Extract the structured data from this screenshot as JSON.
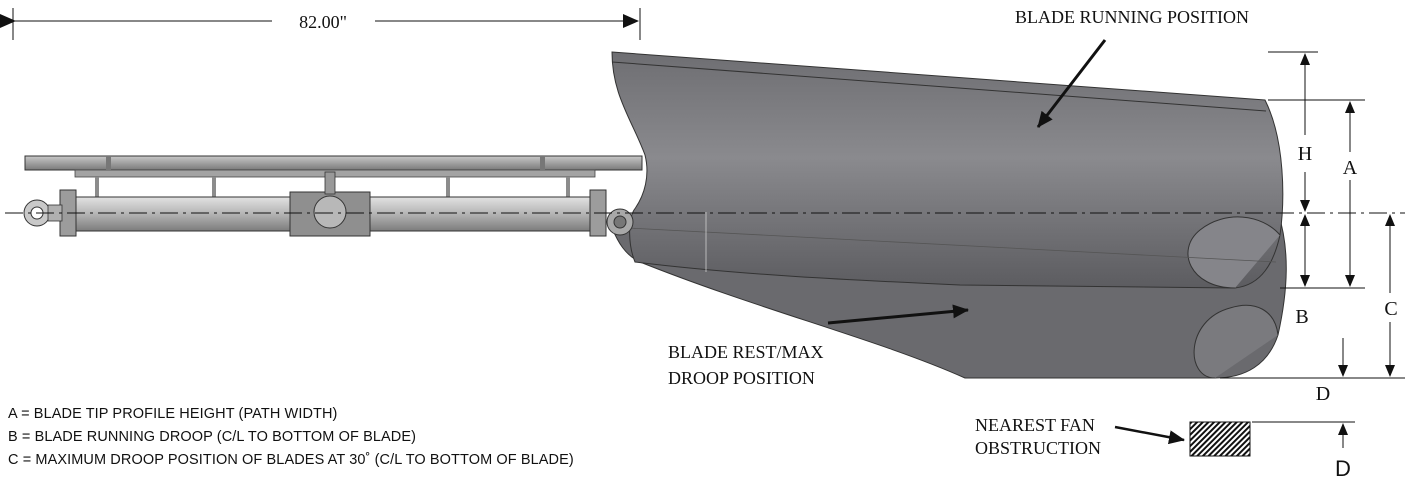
{
  "dimension_top": "82.00\"",
  "labels": {
    "running_position": "BLADE RUNNING POSITION",
    "rest_line1": "BLADE REST/MAX",
    "rest_line2": "DROOP POSITION",
    "obstruction_line1": "NEAREST FAN",
    "obstruction_line2": "OBSTRUCTION"
  },
  "dimension_letters": {
    "h": "H",
    "a": "A",
    "b": "B",
    "c": "C",
    "d": "D",
    "d_bottom": "D"
  },
  "legend": [
    "A = BLADE TIP PROFILE HEIGHT (PATH WIDTH)",
    "B = BLADE RUNNING DROOP (C/L TO BOTTOM OF BLADE)",
    "C = MAXIMUM DROOP POSITION OF BLADES AT 30˚ (C/L TO BOTTOM OF BLADE)"
  ],
  "colors": {
    "blade": "#7d7d80",
    "blade_dark": "#5a5a5e",
    "rail": "#9a9a9a",
    "cylinder": "#b9b9b9",
    "line": "#111111"
  }
}
